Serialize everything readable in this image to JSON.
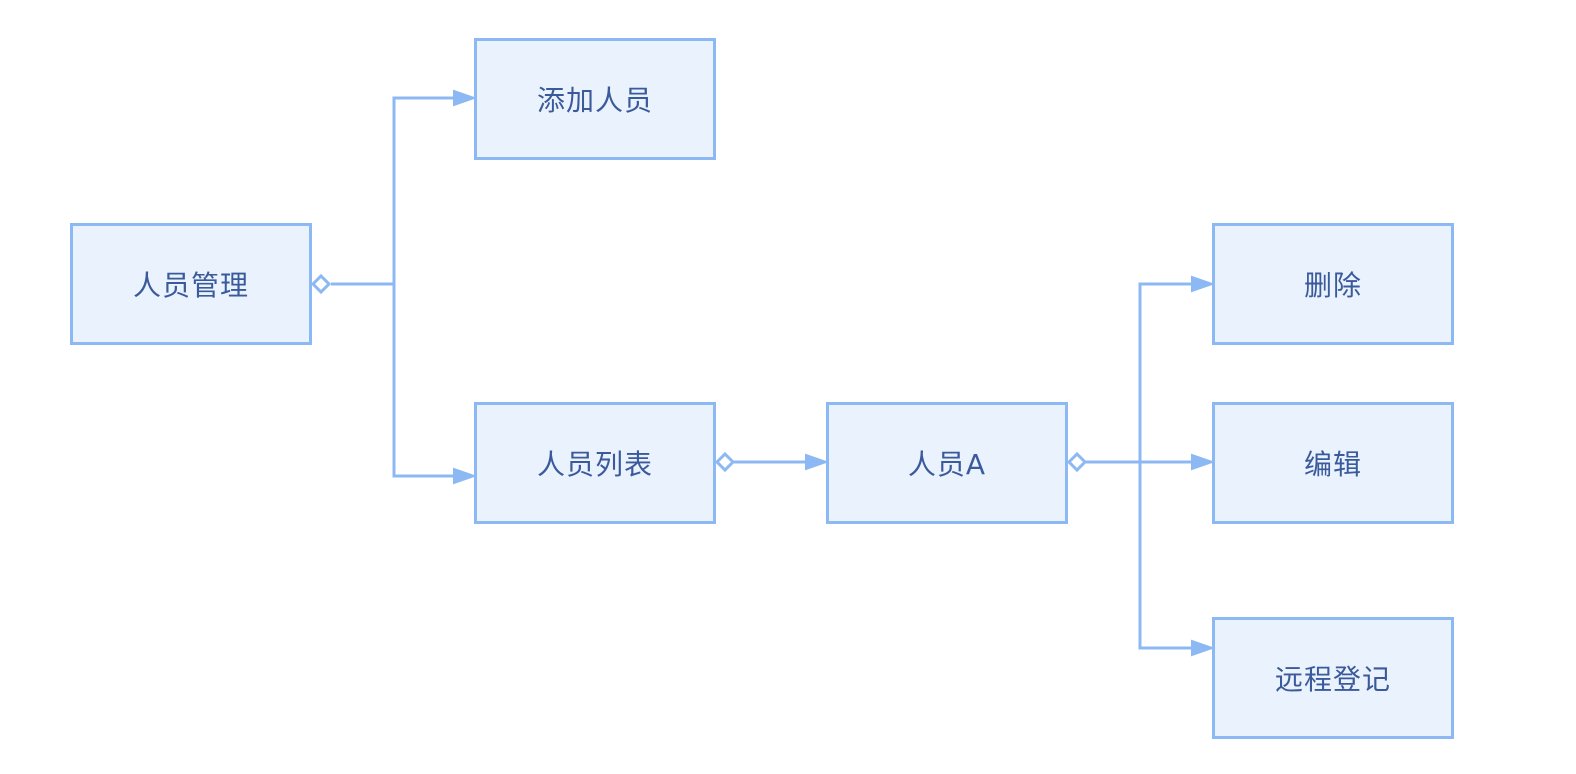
{
  "colors": {
    "stroke": "#8cb8f4",
    "fill": "#eaf2fd",
    "text": "#3a5a9b"
  },
  "nodes": [
    {
      "id": "personnel-management",
      "label": "人员管理"
    },
    {
      "id": "add-personnel",
      "label": "添加人员"
    },
    {
      "id": "personnel-list",
      "label": "人员列表"
    },
    {
      "id": "personnel-a",
      "label": "人员A"
    },
    {
      "id": "delete",
      "label": "删除"
    },
    {
      "id": "edit",
      "label": "编辑"
    },
    {
      "id": "remote-register",
      "label": "远程登记"
    }
  ],
  "edges": [
    {
      "from": "personnel-management",
      "to": "add-personnel",
      "source_marker": "diamond",
      "target_marker": "arrow"
    },
    {
      "from": "personnel-management",
      "to": "personnel-list",
      "source_marker": "diamond",
      "target_marker": "arrow"
    },
    {
      "from": "personnel-list",
      "to": "personnel-a",
      "source_marker": "diamond",
      "target_marker": "arrow"
    },
    {
      "from": "personnel-a",
      "to": "delete",
      "source_marker": "diamond",
      "target_marker": "arrow"
    },
    {
      "from": "personnel-a",
      "to": "edit",
      "source_marker": "diamond",
      "target_marker": "arrow"
    },
    {
      "from": "personnel-a",
      "to": "remote-register",
      "source_marker": "diamond",
      "target_marker": "arrow"
    }
  ]
}
